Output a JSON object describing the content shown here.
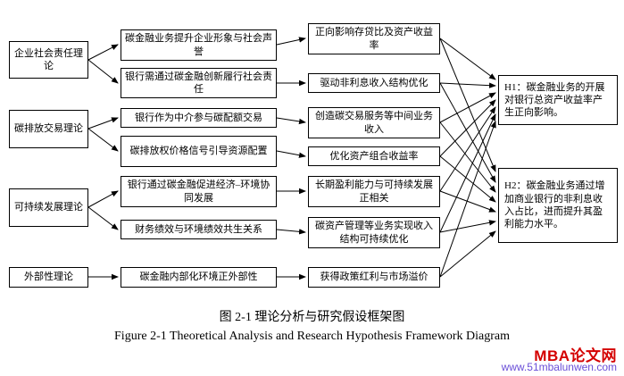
{
  "figure": {
    "theories": [
      "企业社会责任理论",
      "碳排放交易理论",
      "可持续发展理论",
      "外部性理论"
    ],
    "mechanisms": [
      "碳金融业务提升企业形象与社会声誉",
      "银行需通过碳金融创新履行社会责任",
      "银行作为中介参与碳配额交易",
      "碳排放权价格信号引导资源配置",
      "银行通过碳金融促进经济–环境协同发展",
      "财务绩效与环境绩效共生关系",
      "碳金融内部化环境正外部性"
    ],
    "outcomes": [
      "正向影响存贷比及资产收益率",
      "驱动非利息收入结构优化",
      "创造碳交易服务等中间业务收入",
      "优化资产组合收益率",
      "长期盈利能力与可持续发展正相关",
      "碳资产管理等业务实现收入结构可持续优化",
      "获得政策红利与市场溢价"
    ],
    "hypotheses": [
      "H1：碳金融业务的开展对银行总资产收益率产生正向影响。",
      "H2：碳金融业务通过增加商业银行的非利息收入占比，进而提升其盈利能力水平。"
    ],
    "caption_zh": "图 2-1 理论分析与研究假设框架图",
    "caption_en": "Figure 2-1 Theoretical Analysis and Research Hypothesis Framework Diagram"
  },
  "watermark": {
    "brand": "MBA论文网",
    "url": "www.51mbalunwen.com",
    "brand_color": "#d40000",
    "url_color": "#6a4fd8"
  }
}
